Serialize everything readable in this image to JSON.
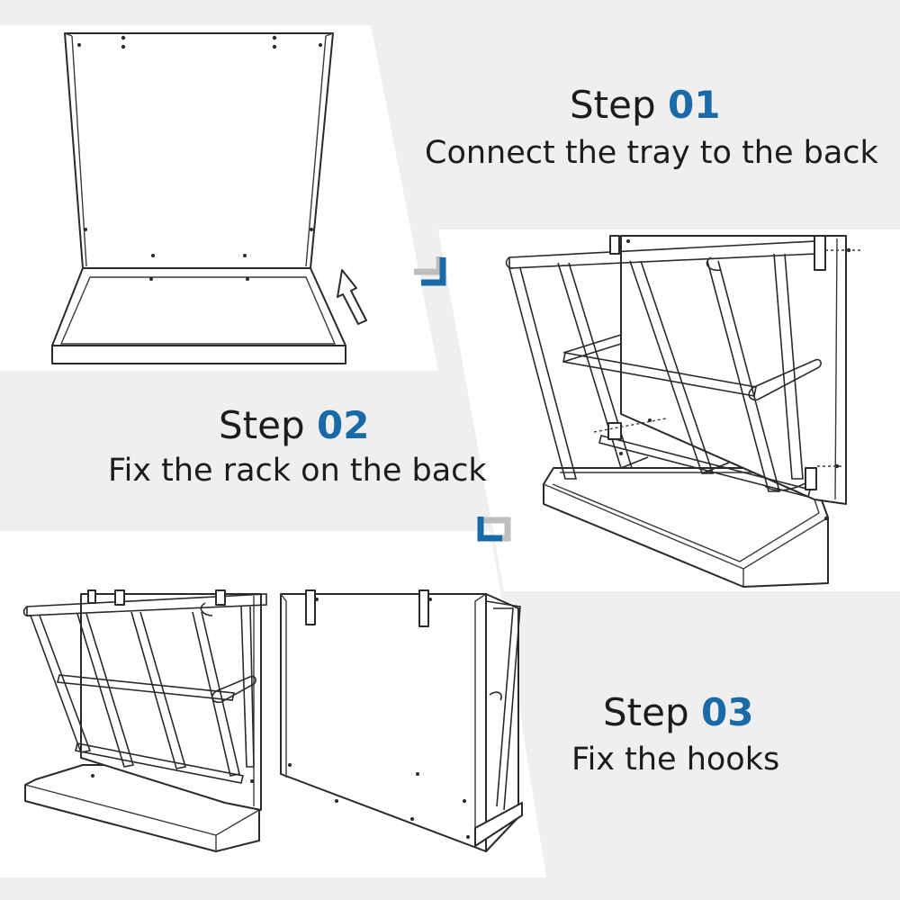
{
  "steps": [
    {
      "label": "Step",
      "number": "01",
      "description": "Connect the tray to the back"
    },
    {
      "label": "Step",
      "number": "02",
      "description": "Fix the rack on the back"
    },
    {
      "label": "Step",
      "number": "03",
      "description": "Fix the hooks"
    }
  ],
  "colors": {
    "accent": "#1a6aa8",
    "background": "#efefef",
    "panel": "#ffffff",
    "arrow_shadow": "#bdbdbd"
  }
}
